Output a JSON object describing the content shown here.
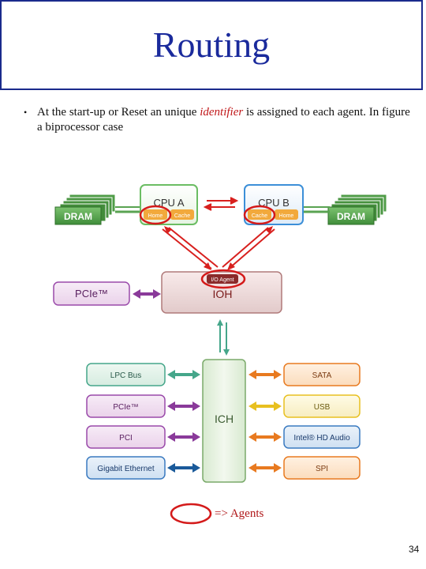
{
  "slide": {
    "title": "Routing",
    "bullet": {
      "before": "At the start-up or Reset an unique ",
      "highlight": "identifier",
      "after": " is assigned to each agent. In figure a biprocessor case"
    },
    "legend_text": "=> Agents",
    "page_number": "34"
  },
  "diagram": {
    "dram_left": "DRAM",
    "dram_right": "DRAM",
    "cpu_a": {
      "title": "CPU A",
      "home": "Home",
      "cache": "Cache"
    },
    "cpu_b": {
      "title": "CPU B",
      "cache": "Cache",
      "home": "Home"
    },
    "ioh": {
      "agent": "I/O Agent",
      "label": "IOH"
    },
    "pcie_top": "PCIe™",
    "ich": "ICH",
    "left_items": [
      "LPC Bus",
      "PCIe™",
      "PCI",
      "Gigabit Ethernet"
    ],
    "right_items": [
      "SATA",
      "USB",
      "Intel® HD Audio",
      "SPI"
    ],
    "colors": {
      "red_link": "#d8201e",
      "agent_ring": "#d41a1a",
      "dram_green": "#4a9a42",
      "cpu_a_green": "#6bbd63",
      "cpu_b_blue": "#3c8fd8",
      "purple": "#8a3a9a",
      "orange": "#e87a20",
      "yellow": "#e8c020",
      "teal": "#45a68a",
      "navy": "#1a5a9a"
    }
  }
}
